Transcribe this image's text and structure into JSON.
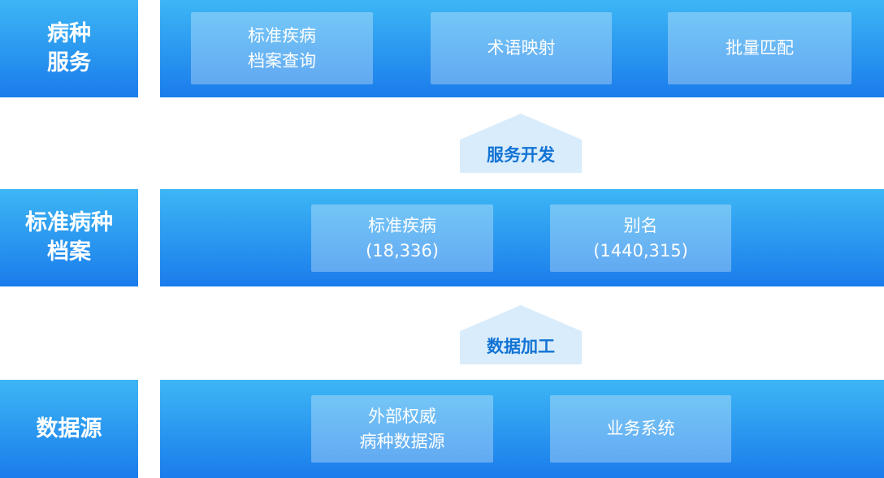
{
  "colors": {
    "gradient_top": "#3db6f5",
    "gradient_bottom": "#1a7ceb",
    "item_bg": "rgba(255,255,255,0.30)",
    "arrow_bg": "#d9ecfb",
    "arrow_text": "#1273d4"
  },
  "rows": [
    {
      "label_lines": [
        "病种",
        "服务"
      ],
      "items": [
        {
          "lines": [
            "标准疾病",
            "档案查询"
          ]
        },
        {
          "lines": [
            "术语映射"
          ]
        },
        {
          "lines": [
            "批量匹配"
          ]
        }
      ]
    },
    {
      "label_lines": [
        "标准病种",
        "档案"
      ],
      "items": [
        {
          "lines": [
            "标准疾病",
            "(18,336)"
          ]
        },
        {
          "lines": [
            "别名",
            "(1440,315)"
          ]
        }
      ]
    },
    {
      "label_lines": [
        "数据源"
      ],
      "items": [
        {
          "lines": [
            "外部权威",
            "病种数据源"
          ]
        },
        {
          "lines": [
            "业务系统"
          ]
        }
      ]
    }
  ],
  "arrows": [
    {
      "label": "服务开发"
    },
    {
      "label": "数据加工"
    }
  ]
}
